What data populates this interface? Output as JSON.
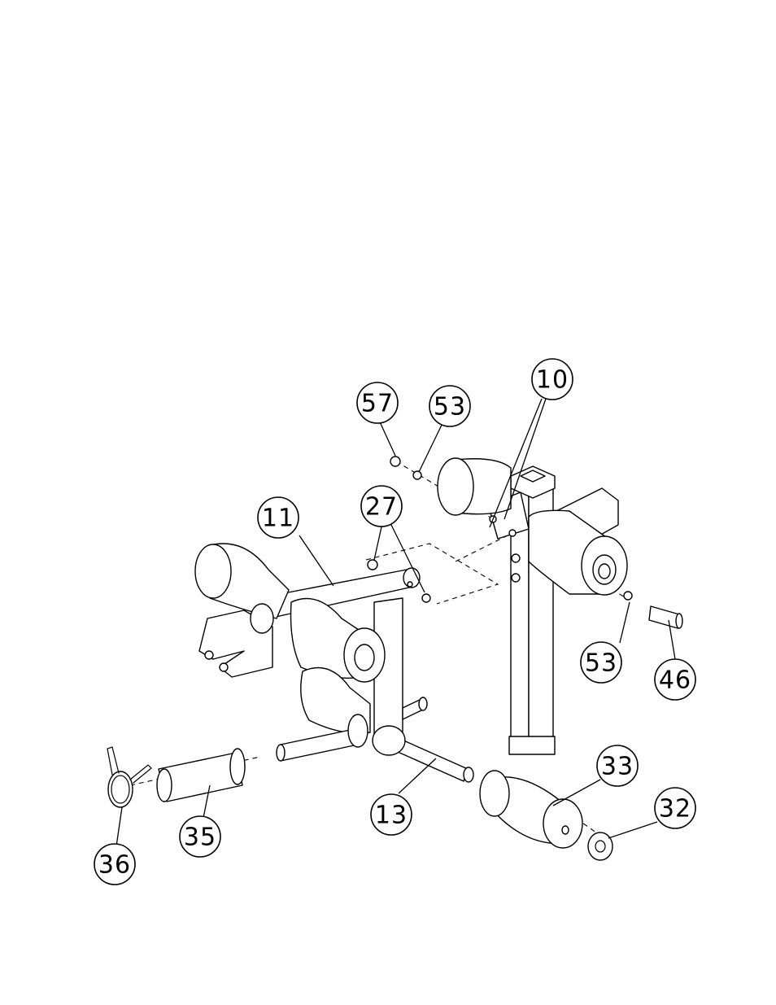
{
  "diagram": {
    "part_labels": {
      "p57": "57",
      "p53a": "53",
      "p10": "10",
      "p11": "11",
      "p27": "27",
      "p53b": "53",
      "p46": "46",
      "p33": "33",
      "p32": "32",
      "p13": "13",
      "p35": "35",
      "p36": "36"
    }
  }
}
